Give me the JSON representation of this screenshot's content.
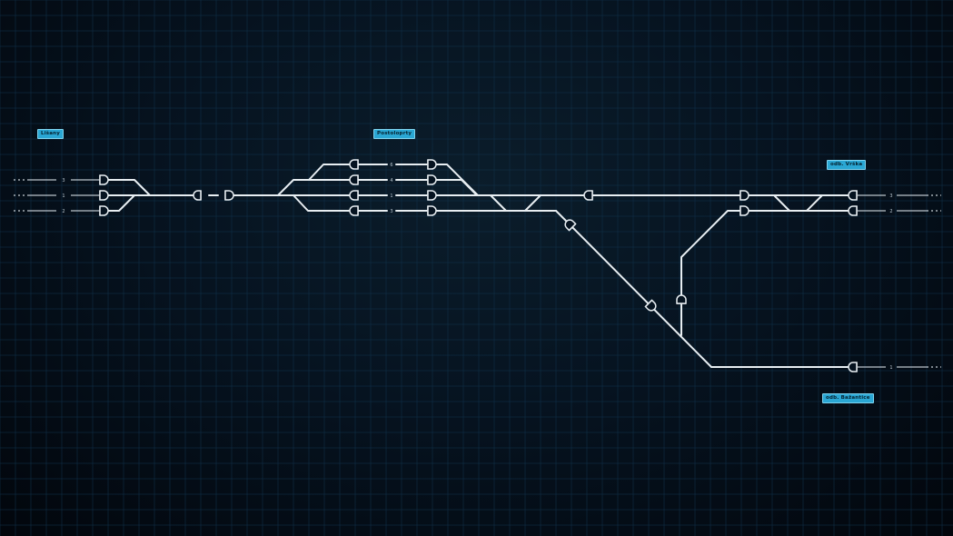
{
  "stations": {
    "lisany": "Lišany",
    "postoloprty": "Postoloprty",
    "vrska": "odb. Vrška",
    "bazantice": "odb. Bažantice"
  },
  "track_numbers": {
    "lisany_3": "3",
    "lisany_1": "1",
    "lisany_2": "2",
    "post_6": "6",
    "post_4": "4",
    "post_1": "1",
    "post_3": "3",
    "vrska_3": "3",
    "vrska_2": "2",
    "bazantice_1": "1"
  },
  "colors": {
    "track": "#e8eef2",
    "label_bg": "#2aa7d4",
    "background": "#061320"
  }
}
